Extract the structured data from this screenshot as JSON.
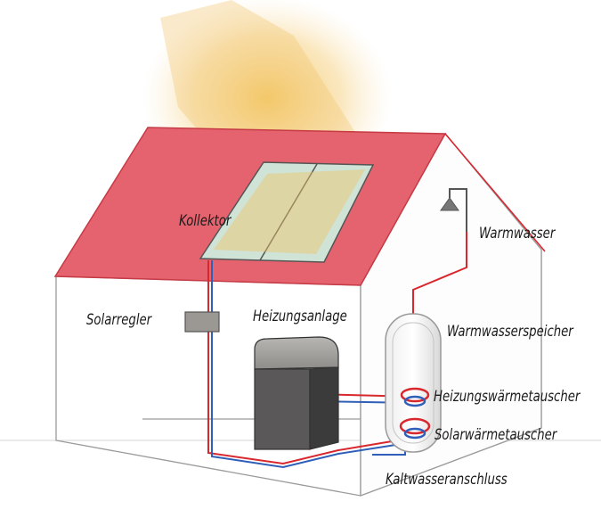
{
  "labels": {
    "collector": "Kollektor",
    "hot_water": "Warmwasser",
    "solar_controller": "Solarregler",
    "heating_system": "Heizungsanlage",
    "hot_water_tank": "Warmwasserspeicher",
    "heating_heat_exchanger": "Heizungswärmetauscher",
    "solar_heat_exchanger": "Solarwärmetauscher",
    "cold_water_connection": "Kaltwasseranschluss"
  },
  "colors": {
    "roof": "#e5636e",
    "hot_pipe": "#d9272e",
    "cold_pipe": "#2f5fb8",
    "sun_glow": "#f2c46a",
    "collector_panel": "#cfe3d6",
    "heater_dark": "#5a5858",
    "wall_outline": "#9a9a9a"
  }
}
